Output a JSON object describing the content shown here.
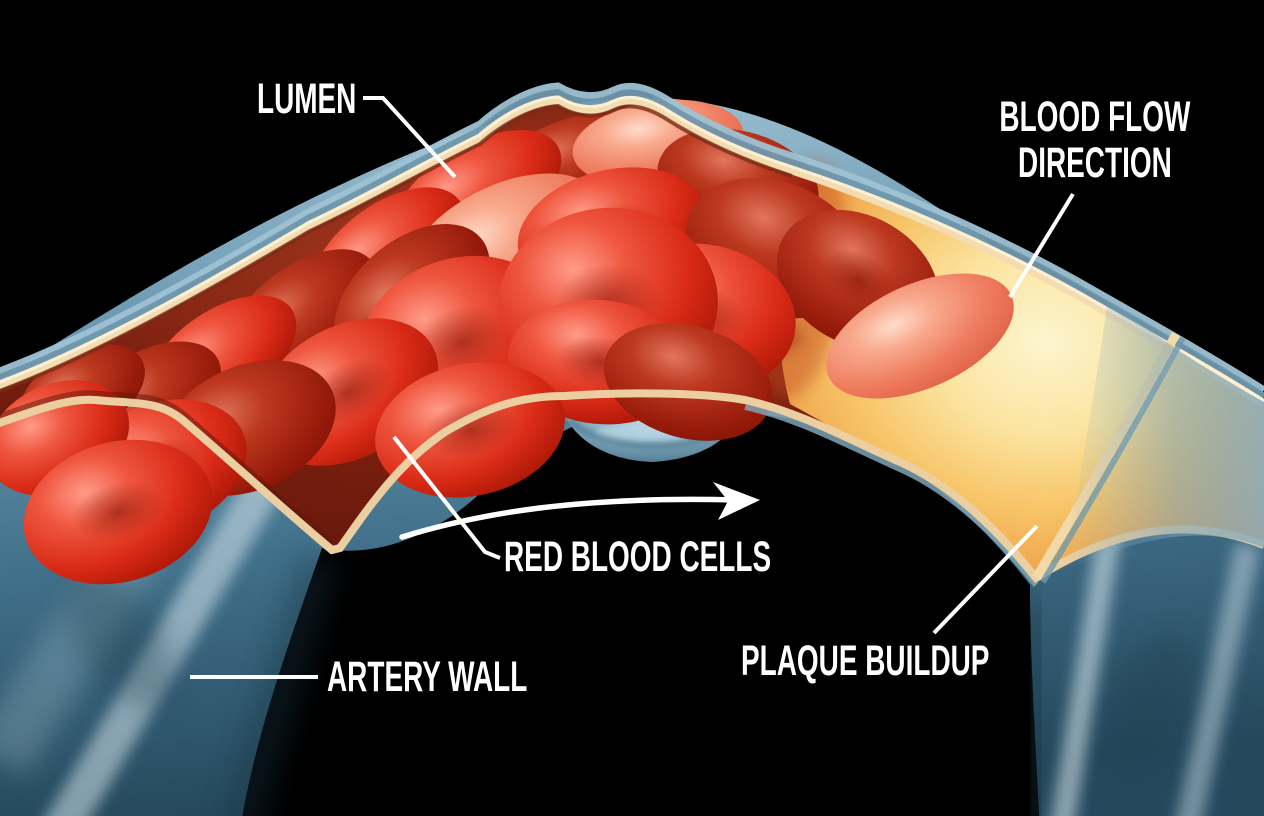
{
  "labels": {
    "lumen": "LUMEN",
    "blood_flow_direction": [
      "BLOOD FLOW",
      "DIRECTION"
    ],
    "red_blood_cells": "RED BLOOD CELLS",
    "artery_wall": "ARTERY WALL",
    "plaque_buildup": "PLAQUE BUILDUP"
  },
  "icons": {
    "flow_arrow": "curved-arrow-right"
  },
  "colors": {
    "background": "#000000",
    "label_text": "#ffffff",
    "leader_line": "#ffffff",
    "flow_arrow": "#ffffff",
    "artery_wall_blue": "#6e9db5",
    "artery_wall_highlight": "#dcebf2",
    "endothelium_cream": "#f3dcb0",
    "lumen_dark_red": "#6f1a0e",
    "red_blood_cell": "#d92b17",
    "red_blood_cell_light": "#f29b82",
    "plaque_orange": "#eda04a",
    "plaque_core_yellow": "#fdf3c8",
    "far_wall_bulge_blue": "#7ea9bf"
  }
}
